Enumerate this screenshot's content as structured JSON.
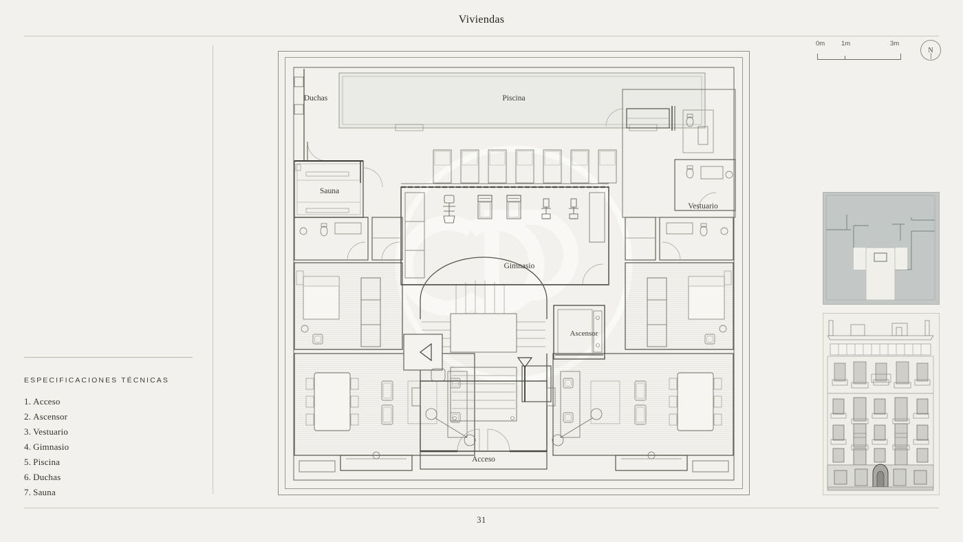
{
  "document": {
    "title": "Viviendas",
    "page_number": "31"
  },
  "specifications": {
    "heading": "ESPECIFICACIONES TÉCNICAS",
    "items": [
      {
        "num": "1.",
        "label": "Acceso"
      },
      {
        "num": "2.",
        "label": "Ascensor"
      },
      {
        "num": "3.",
        "label": "Vestuario"
      },
      {
        "num": "4.",
        "label": "Gimnasio"
      },
      {
        "num": "5.",
        "label": "Piscina"
      },
      {
        "num": "6.",
        "label": "Duchas"
      },
      {
        "num": "7.",
        "label": "Sauna"
      }
    ]
  },
  "scale": {
    "label_0": "0m",
    "label_1": "1m",
    "label_3": "3m"
  },
  "compass": {
    "north_label": "N"
  },
  "floorplan": {
    "room_labels": {
      "duchas": "Duchas",
      "piscina": "Piscina",
      "sauna": "Sauna",
      "vestuario": "Vestuario",
      "gimnasio": "Gimnasio",
      "ascensor": "Ascensor",
      "acceso": "Acceso"
    }
  },
  "colors": {
    "page_background": "#f2f1ed",
    "ink": "#3a3a34",
    "line": "#8e8e85",
    "hairline": "#c9c7c0",
    "pool_fill": "#e9e9e6",
    "site_plan_fill": "#c3c8c6",
    "site_plan_block": "#f0efea"
  }
}
